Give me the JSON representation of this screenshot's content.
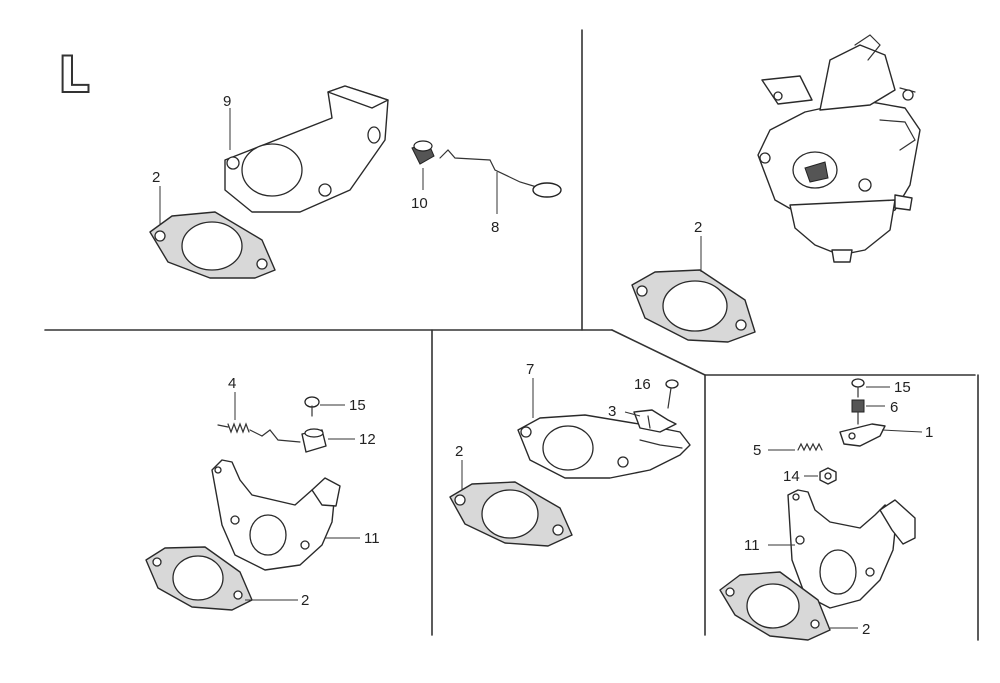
{
  "panel_letter": "L",
  "callouts": {
    "tl_9": "9",
    "tl_2": "2",
    "tl_10": "10",
    "tl_8": "8",
    "tr_2": "2",
    "bl_4": "4",
    "bl_15": "15",
    "bl_12": "12",
    "bl_11": "11",
    "bl_2": "2",
    "bm_7": "7",
    "bm_16": "16",
    "bm_3": "3",
    "bm_2": "2",
    "br_15": "15",
    "br_6": "6",
    "br_1": "1",
    "br_5": "5",
    "br_14": "14",
    "br_11": "11",
    "br_2": "2"
  }
}
